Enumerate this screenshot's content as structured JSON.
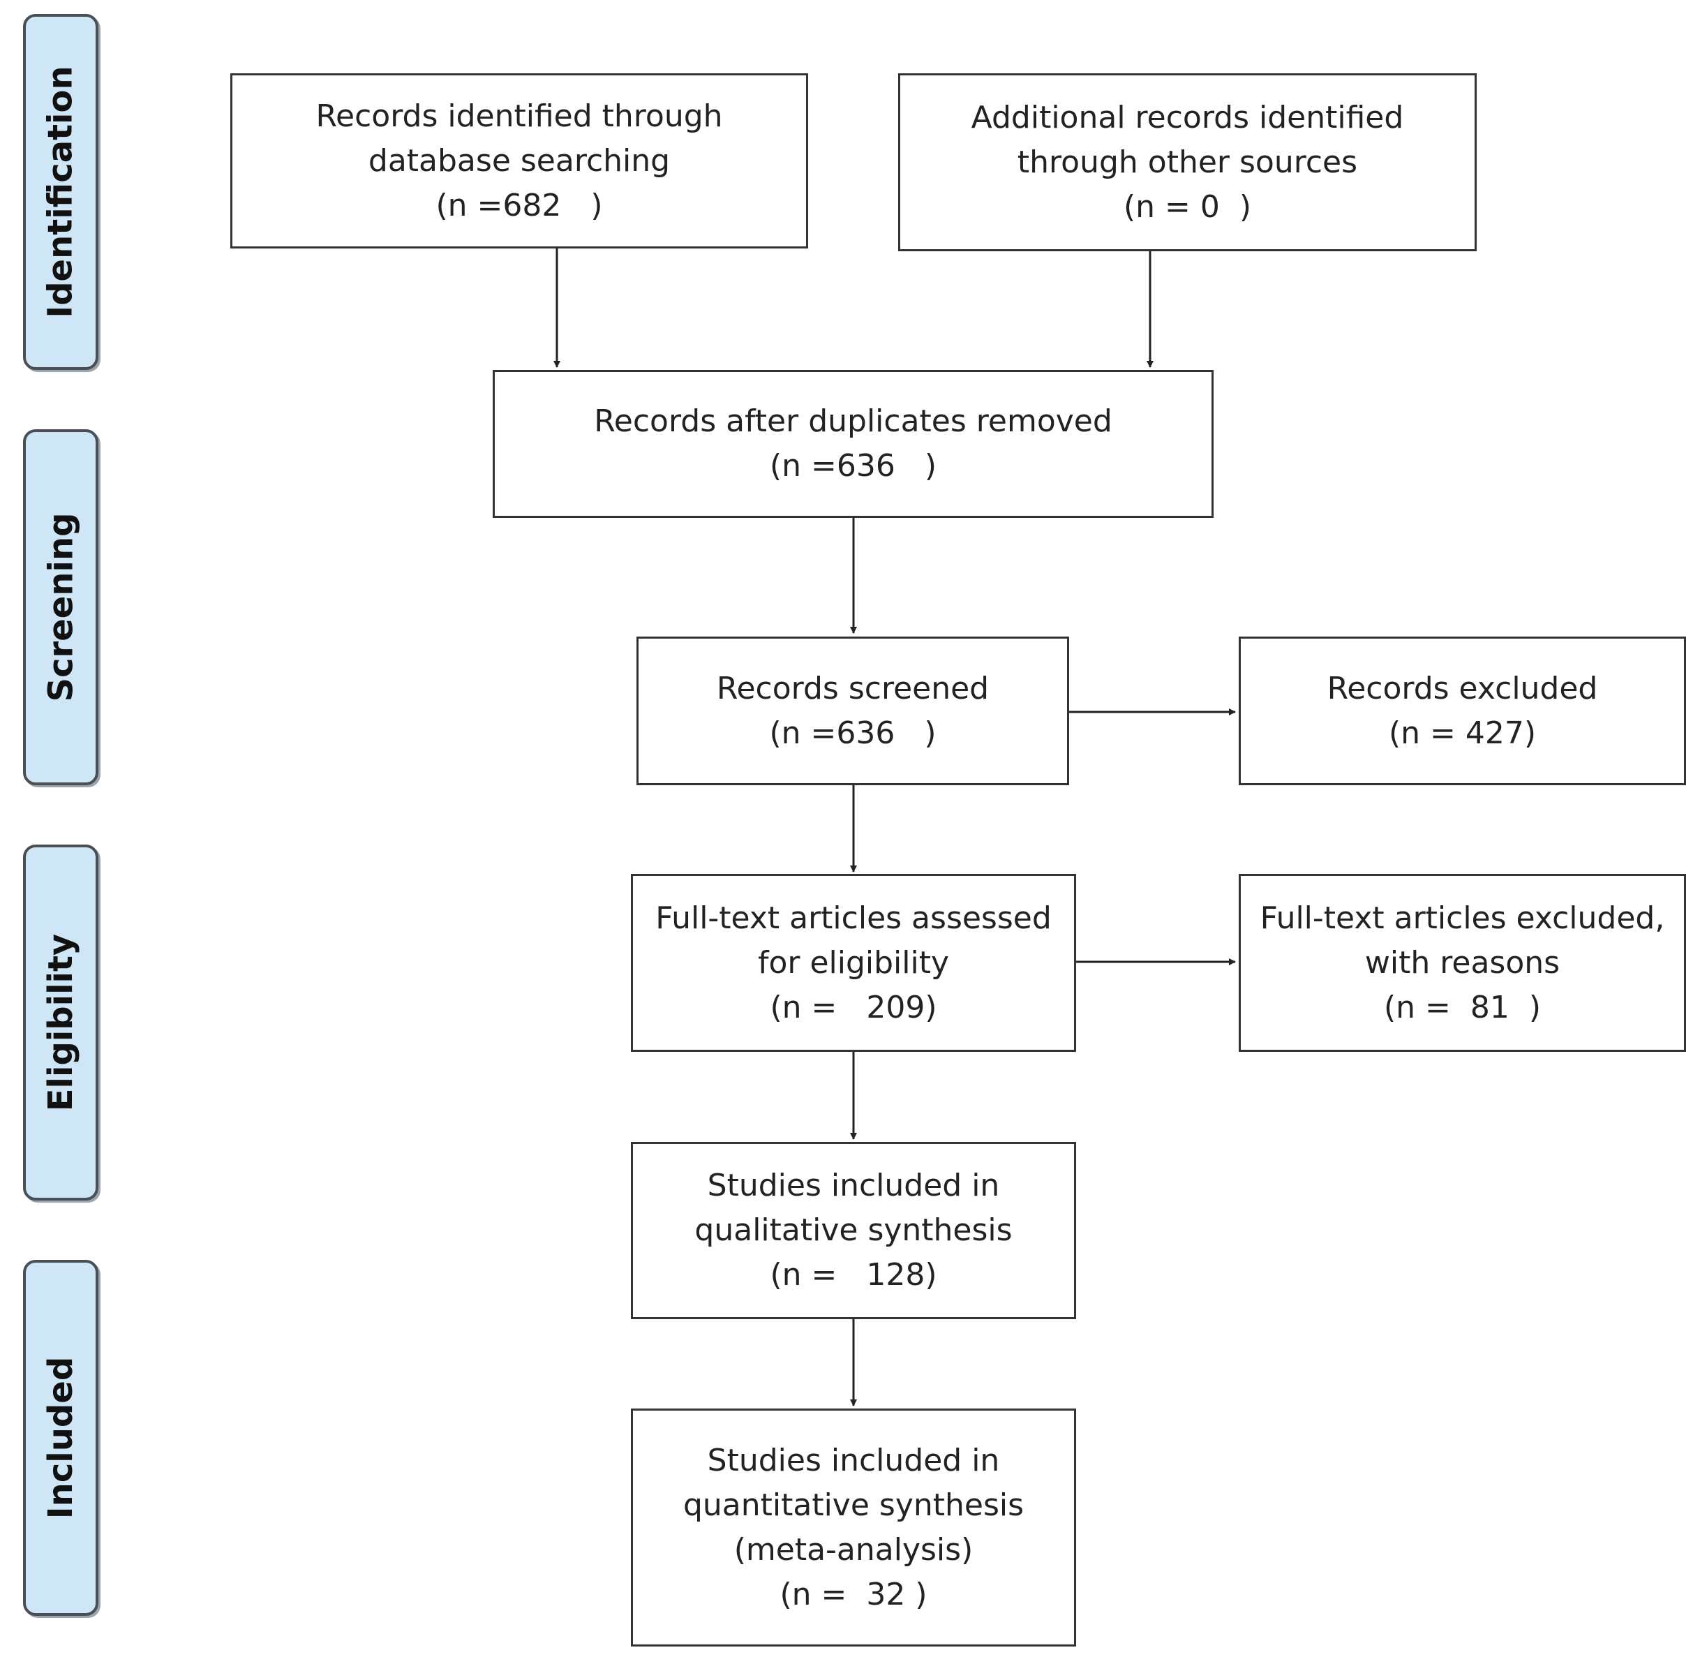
{
  "phases": {
    "identification": "Identification",
    "screening": "Screening",
    "eligibility": "Eligibility",
    "included": "Included"
  },
  "boxes": {
    "database_records": {
      "line1": "Records identified through",
      "line2": "database searching",
      "line3": "(n =682   )"
    },
    "other_sources": {
      "line1": "Additional records identified",
      "line2": "through other sources",
      "line3": "(n = 0  )"
    },
    "after_duplicates": {
      "line1": "Records after duplicates removed",
      "line2": "(n =636   )"
    },
    "screened": {
      "line1": "Records screened",
      "line2": "(n =636   )"
    },
    "excluded": {
      "line1": "Records excluded",
      "line2": "(n = 427)"
    },
    "fulltext_assessed": {
      "line1": "Full-text articles assessed",
      "line2": "for eligibility",
      "line3": "(n =   209)"
    },
    "fulltext_excluded": {
      "line1": "Full-text articles excluded,",
      "line2": "with reasons",
      "line3": "(n =  81  )"
    },
    "qualitative": {
      "line1": "Studies included in",
      "line2": "qualitative synthesis",
      "line3": "(n =   128)"
    },
    "quantitative": {
      "line1": "Studies included in",
      "line2": "quantitative synthesis",
      "line3": "(meta-analysis)",
      "line4": "(n =  32 )"
    }
  }
}
